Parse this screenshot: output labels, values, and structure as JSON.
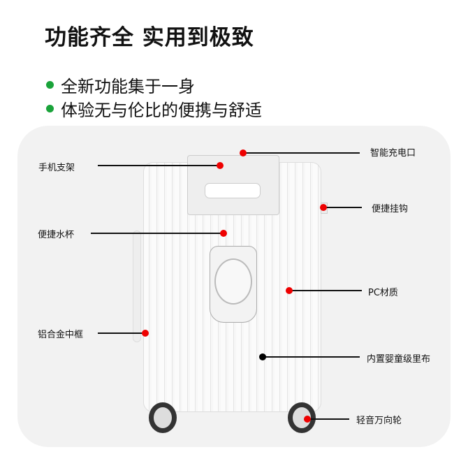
{
  "headline": "功能齐全  实用到极致",
  "bullets": [
    "全新功能集于一身",
    "体验无与伦比的便携与舒适"
  ],
  "labels": {
    "charging_port": "智能充电口",
    "phone_holder": "手机支架",
    "hook": "便捷挂钩",
    "cup_holder": "便捷水杯",
    "material": "PC材质",
    "frame": "铝合金中框",
    "lining": "内置婴童级里布",
    "wheels": "轻音万向轮"
  },
  "colors": {
    "bullet": "#1aa33a",
    "marker": "#e00000",
    "panel": "#f2f2f2"
  }
}
